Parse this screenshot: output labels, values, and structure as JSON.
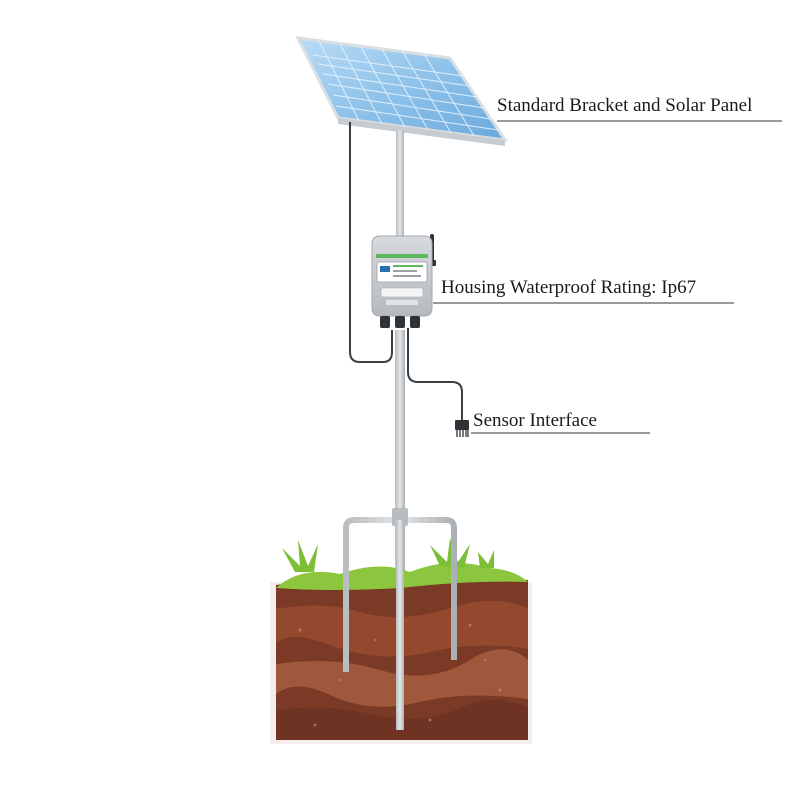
{
  "callouts": {
    "solar_panel": "Standard Bracket and Solar Panel",
    "housing": "Housing Waterproof Rating: Ip67",
    "sensor": "Sensor Interface"
  },
  "colors": {
    "panel_blue": "#8fc3ea",
    "panel_grid": "#ffffff",
    "pole": "#cfd3d6",
    "cable": "#3a3f45",
    "housing": "#c9ccd0",
    "screen_green": "#5cb85c",
    "grass": "#8cc63f",
    "soil_dark": "#7a3a26",
    "soil_light": "#a0583c"
  },
  "icons": [
    "antenna-icon",
    "display-screen-icon",
    "sensor-probe-icon"
  ]
}
